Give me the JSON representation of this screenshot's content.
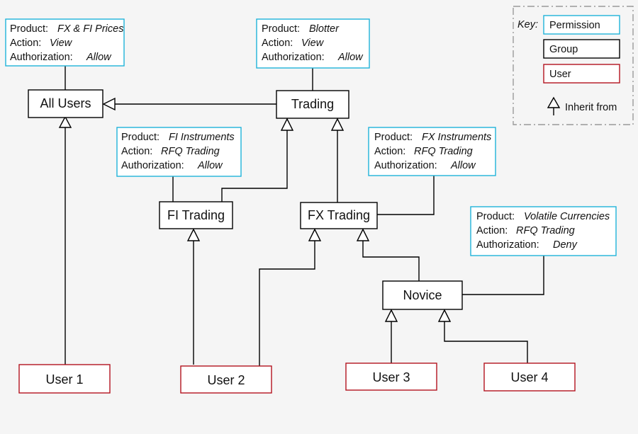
{
  "colors": {
    "group": "#000000",
    "permission": "#1fb3d9",
    "user": "#b3131f",
    "background": "#f5f5f5"
  },
  "labels": {
    "product": "Product:",
    "action": "Action:",
    "authorization": "Authorization:"
  },
  "permissions": {
    "all_users": {
      "product": "FX & FI Prices",
      "action": "View",
      "authorization": "Allow"
    },
    "trading": {
      "product": "Blotter",
      "action": "View",
      "authorization": "Allow"
    },
    "fi_trading": {
      "product": "FI Instruments",
      "action": "RFQ Trading",
      "authorization": "Allow"
    },
    "fx_trading": {
      "product": "FX Instruments",
      "action": "RFQ Trading",
      "authorization": "Allow"
    },
    "novice": {
      "product": "Volatile Currencies",
      "action": "RFQ Trading",
      "authorization": "Deny"
    }
  },
  "groups": {
    "all_users": "All Users",
    "trading": "Trading",
    "fi_trading": "FI Trading",
    "fx_trading": "FX Trading",
    "novice": "Novice"
  },
  "users": {
    "user1": "User 1",
    "user2": "User 2",
    "user3": "User 3",
    "user4": "User 4"
  },
  "key": {
    "title": "Key:",
    "permission": "Permission",
    "group": "Group",
    "user": "User",
    "inherit": "Inherit from"
  }
}
